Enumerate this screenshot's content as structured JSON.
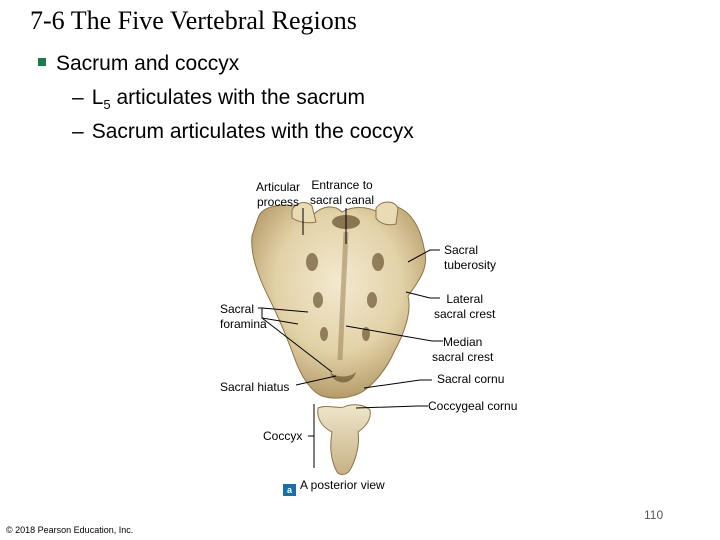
{
  "slide": {
    "title": "7-6 The Five Vertebral Regions",
    "bullet": "Sacrum and coccyx",
    "sub1_pre": "L",
    "sub1_sub": "5",
    "sub1_post": " articulates with the sacrum",
    "sub2": "Sacrum articulates with the coccyx",
    "dash": "–"
  },
  "figure": {
    "labels": {
      "articular_process": [
        "Articular",
        "process"
      ],
      "entrance_canal": [
        "Entrance to",
        "sacral canal"
      ],
      "sacral_tuberosity": [
        "Sacral",
        "tuberosity"
      ],
      "sacral_foramina": [
        "Sacral",
        "foramina"
      ],
      "lateral_sacral_crest": [
        "Lateral",
        "sacral crest"
      ],
      "median_sacral_crest": [
        "Median",
        "sacral crest"
      ],
      "sacral_cornu": "Sacral cornu",
      "sacral_hiatus": "Sacral hiatus",
      "coccygeal_cornu": "Coccygeal cornu",
      "coccyx": "Coccyx",
      "view": "A posterior view",
      "badge": "a"
    },
    "colors": {
      "bone_light": "#efe3c6",
      "bone_mid": "#d9c496",
      "bone_dark": "#a88f5f",
      "badge": "#1a6fa8",
      "bullet": "#1f7a4a"
    }
  },
  "footer": {
    "page_number": "110",
    "copyright": "© 2018 Pearson Education, Inc."
  }
}
